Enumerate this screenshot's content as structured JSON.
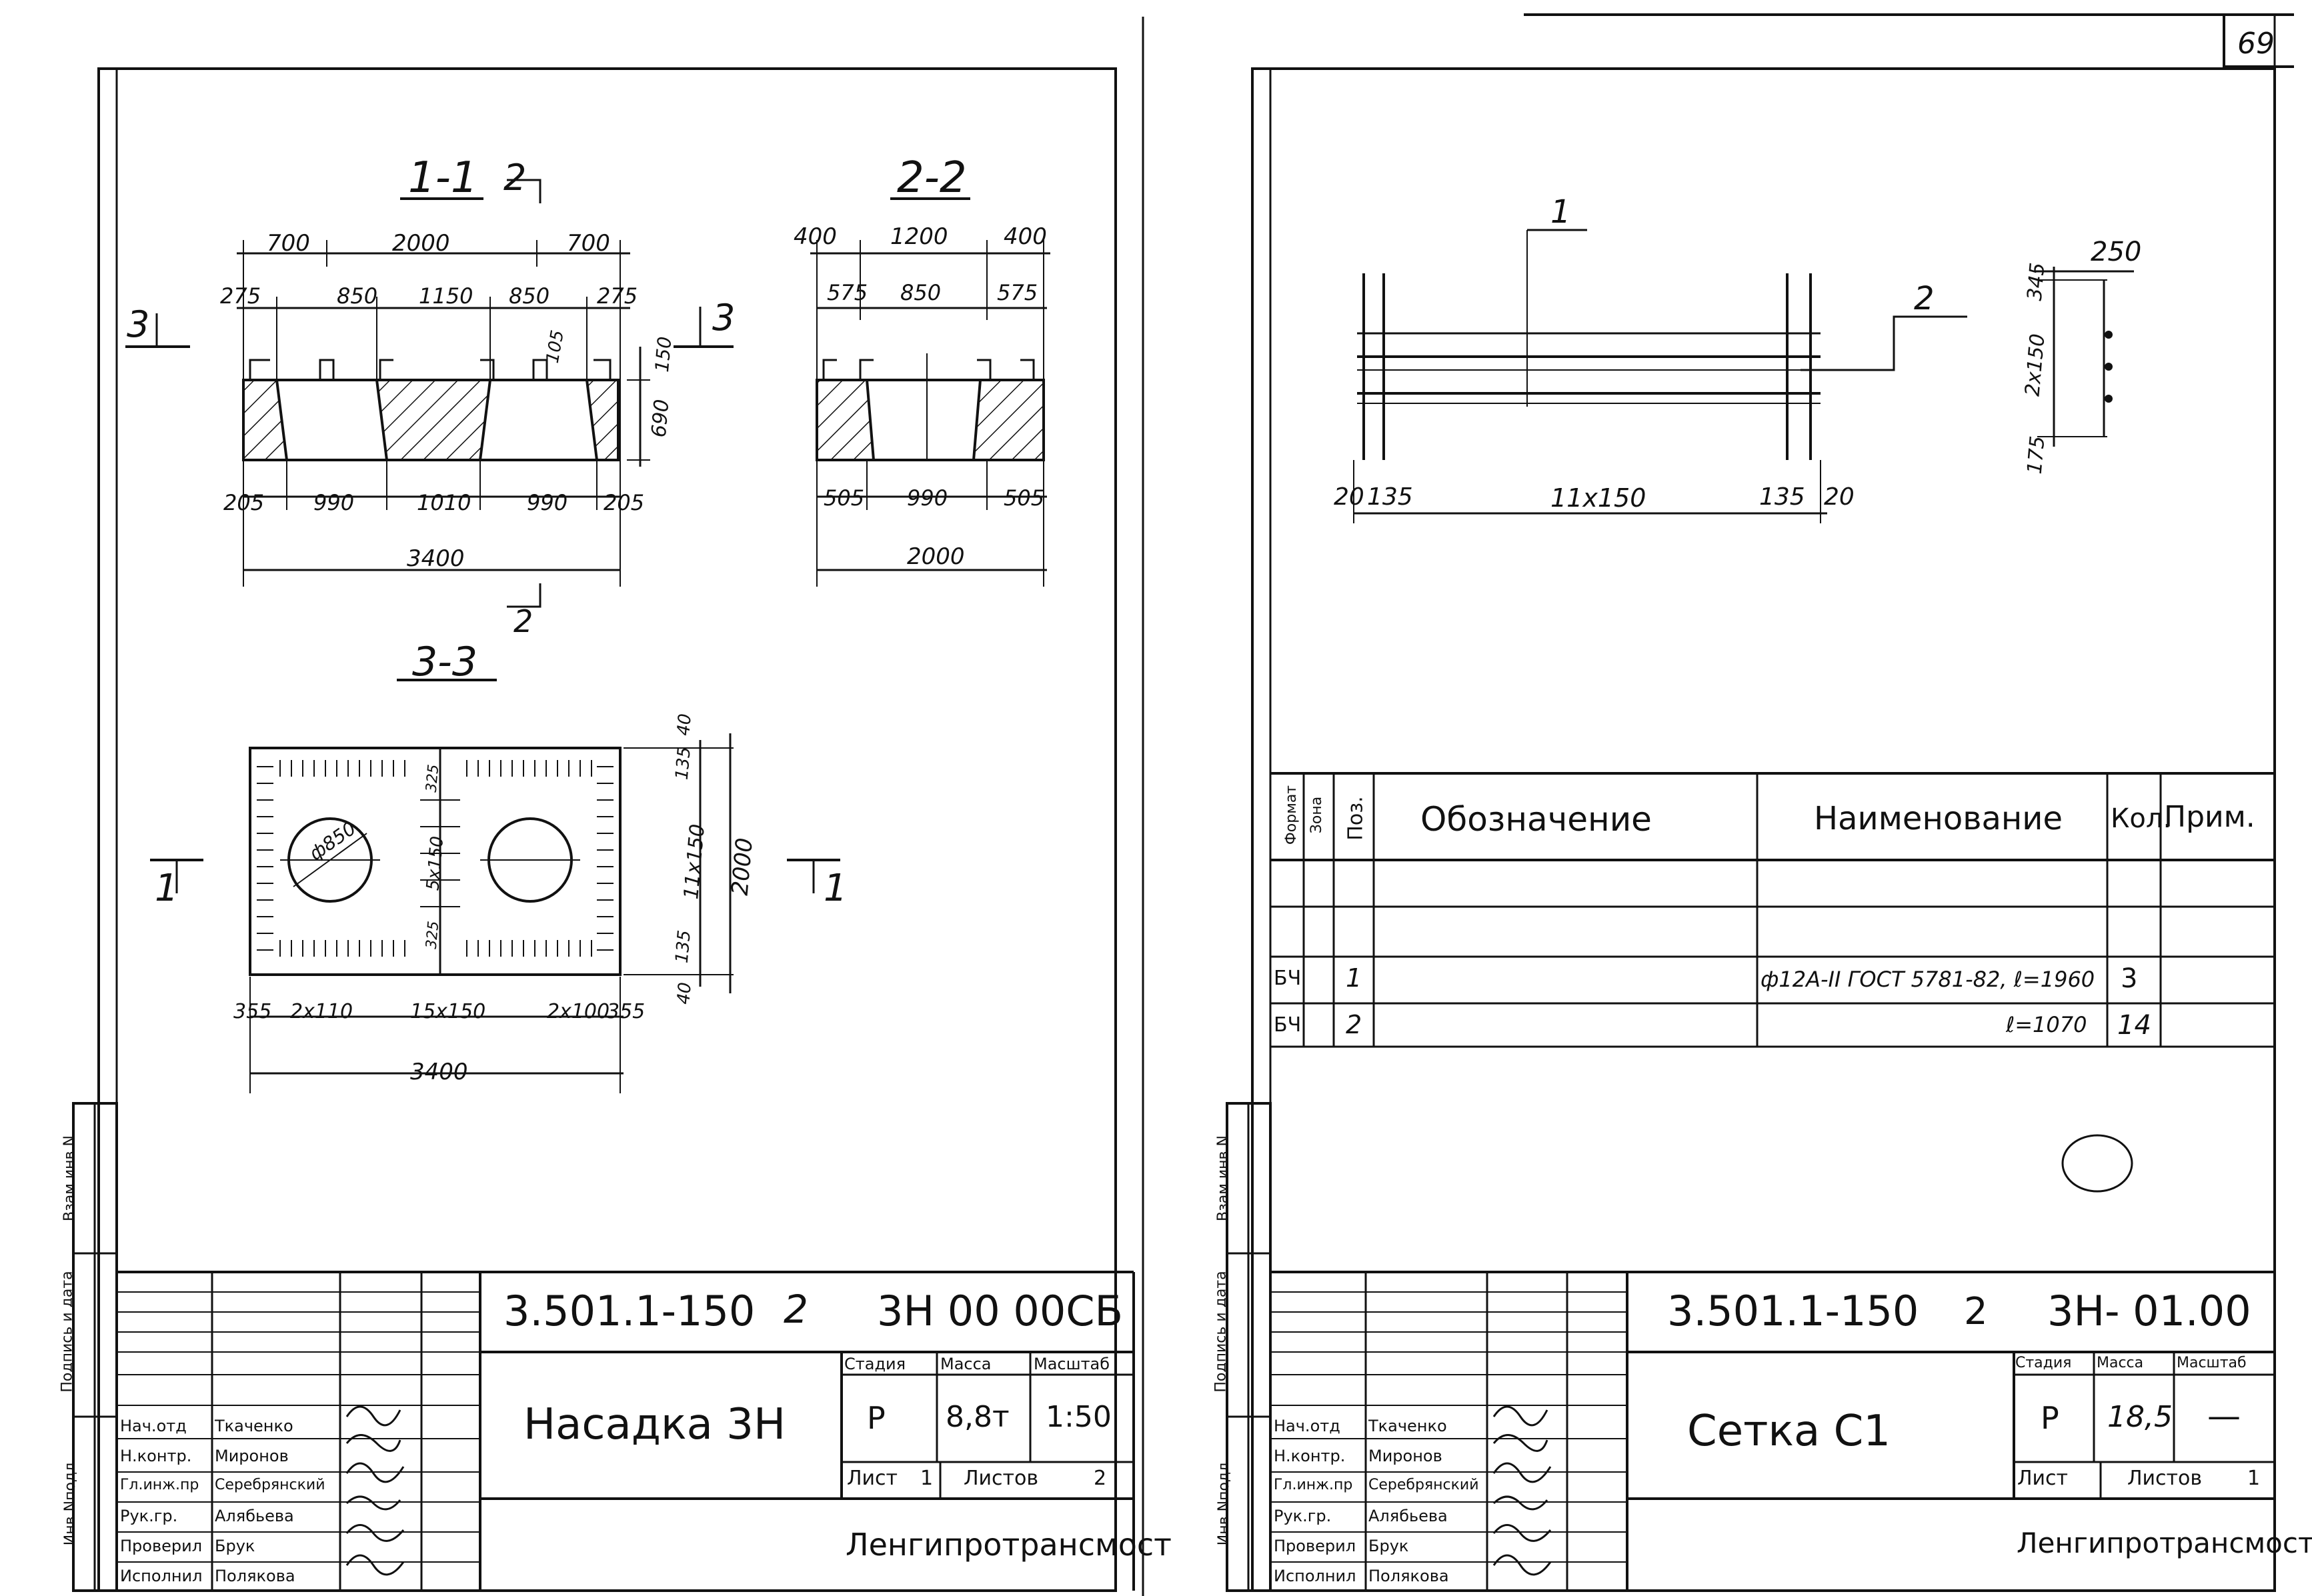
{
  "page_number": "69",
  "left_sheet": {
    "views": {
      "section_1_1": "1-1",
      "section_2_2": "2-2",
      "section_3_3": "3-3",
      "marker_2": "2",
      "marker_3": "3",
      "marker_1": "1"
    },
    "dims_1_1": {
      "top": [
        "700",
        "2000",
        "700"
      ],
      "second": [
        "275",
        "850",
        "1150",
        "850",
        "275"
      ],
      "small": "105",
      "right_top": "150",
      "right": "690",
      "bottom": [
        "205",
        "990",
        "1010",
        "990",
        "205"
      ],
      "overall": "3400"
    },
    "dims_2_2": {
      "top": [
        "400",
        "1200",
        "400"
      ],
      "second": [
        "575",
        "850",
        "575"
      ],
      "bottom": [
        "505",
        "990",
        "505"
      ],
      "overall": "2000"
    },
    "dims_3_3": {
      "hole": "ф850",
      "mid_v": [
        "325",
        "5x150",
        "325"
      ],
      "right_v": [
        "135",
        "40",
        "11x150",
        "135",
        "40"
      ],
      "height": "2000",
      "bottom": [
        "355",
        "2x110",
        "15x150",
        "2x100",
        "355"
      ],
      "overall": "3400"
    },
    "side_stamp": [
      "Инв.Nподл.",
      "Подпись и дата",
      "Взам.инв.N"
    ],
    "title_block": {
      "doc_code": "3.501.1-150",
      "issue": "2",
      "doc_mark": "3Н 00 00СБ",
      "title": "Насадка 3Н",
      "headers": [
        "Стадия",
        "Масса",
        "Масштаб"
      ],
      "stage": "Р",
      "mass": "8,8т",
      "scale": "1:50",
      "sheet_label": "Лист",
      "sheet_no": "1",
      "sheets_label": "Листов",
      "sheets_total": "2",
      "org": "Ленгипротрансмост",
      "roles": [
        "Нач.отд",
        "Н.контр.",
        "Гл.инж.пр",
        "Рук.гр.",
        "Проверил",
        "Исполнил"
      ],
      "names": [
        "Ткаченко",
        "Миронов",
        "Серебрянский",
        "Алябьева",
        "Брук",
        "Полякова"
      ]
    }
  },
  "right_sheet": {
    "leaders": [
      "1",
      "2"
    ],
    "dims": {
      "bottom": [
        "20",
        "135",
        "11x150",
        "135",
        "20"
      ],
      "right_top": "250",
      "right_v": [
        "345",
        "2x150",
        "175"
      ]
    },
    "spec": {
      "headers": [
        "Формат",
        "Зона",
        "Поз.",
        "Обозначение",
        "Наименование",
        "Кол.",
        "Прим."
      ],
      "rows": [
        {
          "format": "",
          "zone": "",
          "pos": "",
          "designation": "",
          "name": "",
          "qty": "",
          "note": ""
        },
        {
          "format": "",
          "zone": "",
          "pos": "",
          "designation": "",
          "name": "",
          "qty": "",
          "note": ""
        },
        {
          "format": "БЧ",
          "zone": "",
          "pos": "1",
          "designation": "",
          "name": "ф12А-II ГОСТ 5781-82, ℓ=1960",
          "qty": "3",
          "note": ""
        },
        {
          "format": "БЧ",
          "zone": "",
          "pos": "2",
          "designation": "",
          "name": "ℓ=1070",
          "qty": "14",
          "note": ""
        }
      ]
    },
    "side_stamp": [
      "Инв.Nподл.",
      "Подпись и дата",
      "Взам.инв.N"
    ],
    "title_block": {
      "doc_code": "3.501.1-150",
      "issue": "2",
      "doc_mark": "3Н- 01.00",
      "title": "Сетка С1",
      "headers": [
        "Стадия",
        "Масса",
        "Масштаб"
      ],
      "stage": "Р",
      "mass": "18,5",
      "scale": "—",
      "sheet_label": "Лист",
      "sheet_no": "",
      "sheets_label": "Листов",
      "sheets_total": "1",
      "org": "Ленгипротрансмост",
      "roles": [
        "Нач.отд",
        "Н.контр.",
        "Гл.инж.пр",
        "Рук.гр.",
        "Проверил",
        "Исполнил"
      ],
      "names": [
        "Ткаченко",
        "Миронов",
        "Серебрянский",
        "Алябьева",
        "Брук",
        "Полякова"
      ]
    }
  }
}
